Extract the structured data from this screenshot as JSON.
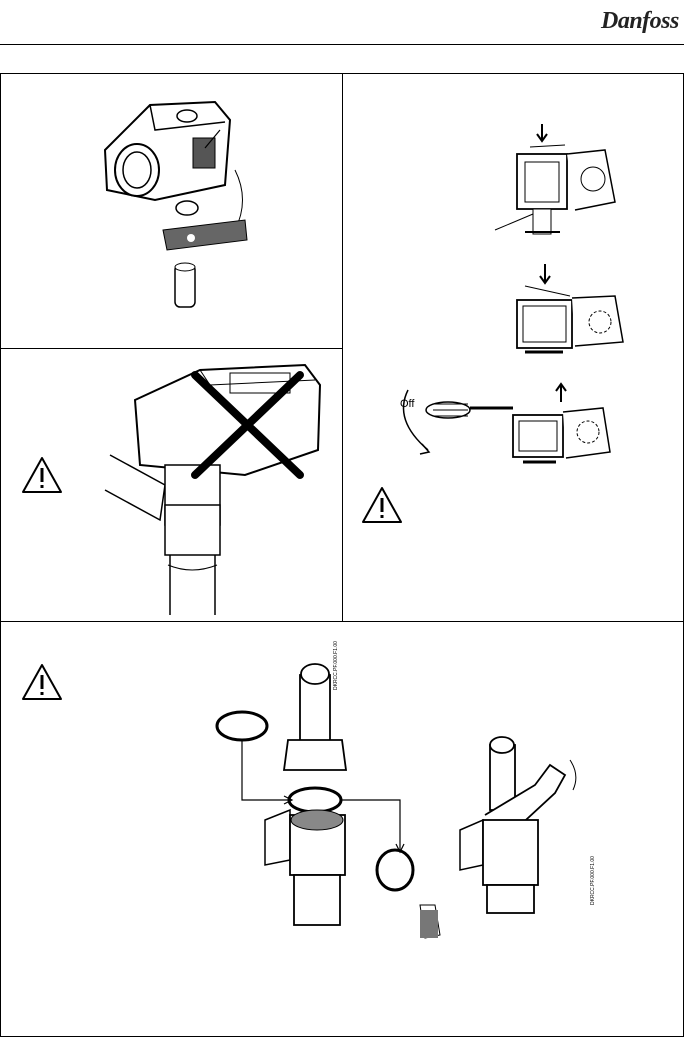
{
  "header": {
    "brand": "Danfoss"
  },
  "panels": {
    "coil_removal": {
      "off_label": "Off"
    },
    "bottom": {
      "part_code_1": "DKRCC.PF.000.F1.00",
      "part_code_2": "DKRCC.PF.000.F1.00"
    }
  },
  "icons": {
    "warning": "warning-triangle-icon",
    "arrow_down": "arrow-down-icon",
    "arrow_up": "arrow-up-icon",
    "cross": "cross-out-icon"
  },
  "colors": {
    "line": "#000000",
    "paper": "#ffffff",
    "shade": "#555555"
  }
}
